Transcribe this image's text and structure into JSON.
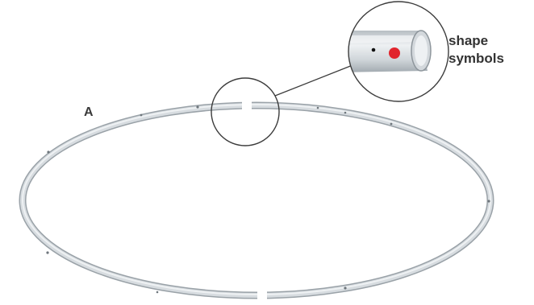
{
  "labels": {
    "part_label": "A",
    "callout_text": "shape\nsymbols"
  },
  "colors": {
    "tube": "#c9cfd4",
    "tube_edge": "#9ea6ac",
    "symbol_red": "#e1252d",
    "symbol_black": "#111111"
  },
  "icons": {
    "magnifier": "circle-zoom-callout",
    "tube_detail": "tube-end-with-hole-and-red-dot"
  }
}
